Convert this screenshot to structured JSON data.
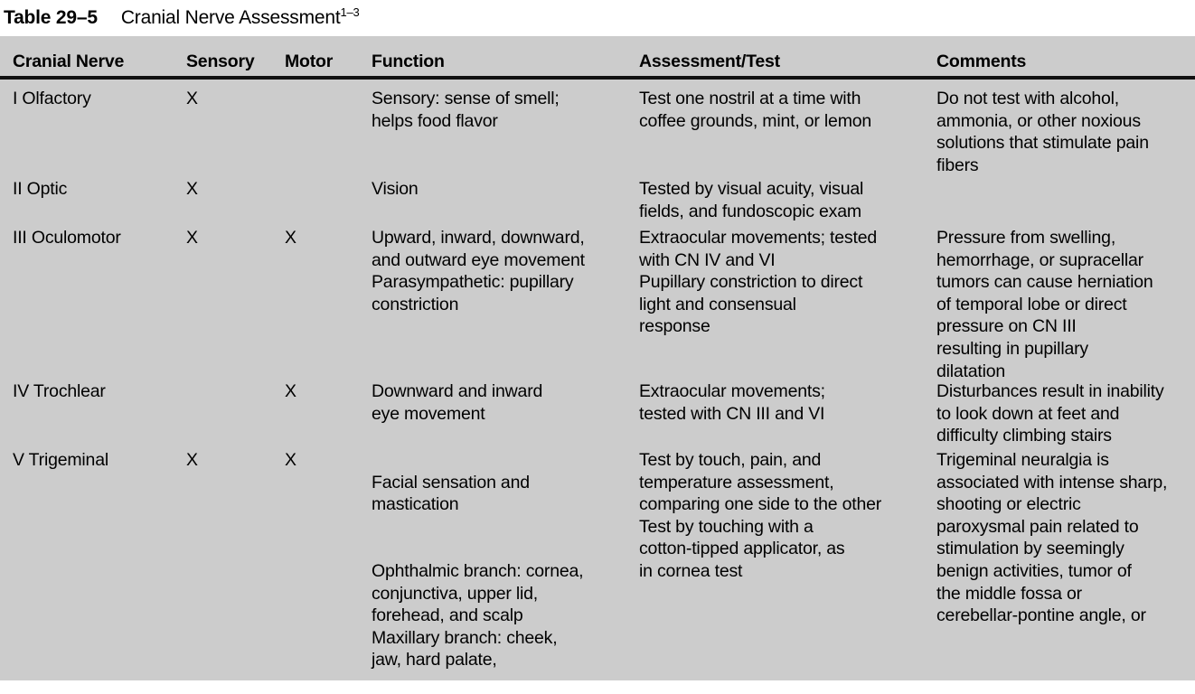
{
  "title": {
    "label": "Table 29–5",
    "text": "Cranial Nerve Assessment",
    "superscript": "1–3"
  },
  "colors": {
    "page_background": "#ffffff",
    "table_background": "#cccccc",
    "rule": "#111111",
    "text": "#000000"
  },
  "table": {
    "columns": [
      "Cranial Nerve",
      "Sensory",
      "Motor",
      "Function",
      "Assessment/Test",
      "Comments"
    ],
    "mark": "X",
    "rows": [
      {
        "nerve": "I Olfactory",
        "sensory": "X",
        "motor": "",
        "function": "Sensory: sense of smell;\nhelps food flavor",
        "assessment": "Test one nostril at a time with\ncoffee grounds, mint, or lemon",
        "comments": "Do not test with alcohol,\nammonia, or other noxious\nsolutions that stimulate pain\nfibers"
      },
      {
        "nerve": "II Optic",
        "sensory": "X",
        "motor": "",
        "function": "Vision",
        "assessment": "Tested by visual acuity, visual\nfields, and fundoscopic exam",
        "comments": ""
      },
      {
        "nerve": "III Oculomotor",
        "sensory": "X",
        "motor": "X",
        "function": "Upward, inward, downward,\nand outward eye movement\nParasympathetic: pupillary\nconstriction",
        "assessment": "Extraocular movements; tested\nwith CN IV and VI\nPupillary constriction to direct\nlight and consensual\nresponse",
        "comments": "Pressure from swelling,\nhemorrhage, or supracellar\ntumors can cause herniation\nof temporal lobe or direct\npressure on CN III\nresulting in pupillary\ndilatation"
      },
      {
        "nerve": "IV Trochlear",
        "sensory": "",
        "motor": "X",
        "function": "Downward and inward\neye movement",
        "assessment": "Extraocular movements;\ntested with CN III and VI",
        "comments": "Disturbances result in inability\nto look down at feet and\ndifficulty climbing stairs"
      },
      {
        "nerve": "V Trigeminal",
        "sensory": "X",
        "motor": "X",
        "function_para1": "Facial sensation and\nmastication",
        "function_para2": "Ophthalmic branch: cornea,\nconjunctiva, upper lid,\nforehead, and scalp\nMaxillary branch: cheek,\njaw, hard palate,",
        "assessment": "Test by touch, pain, and\ntemperature assessment,\ncomparing one side to the other\nTest by touching with a\ncotton-tipped applicator, as\nin cornea test",
        "comments": "Trigeminal neuralgia is\nassociated with intense sharp,\nshooting or electric\nparoxysmal pain related to\nstimulation by seemingly\nbenign activities, tumor of\nthe middle fossa or\ncerebellar-pontine angle, or"
      }
    ]
  }
}
